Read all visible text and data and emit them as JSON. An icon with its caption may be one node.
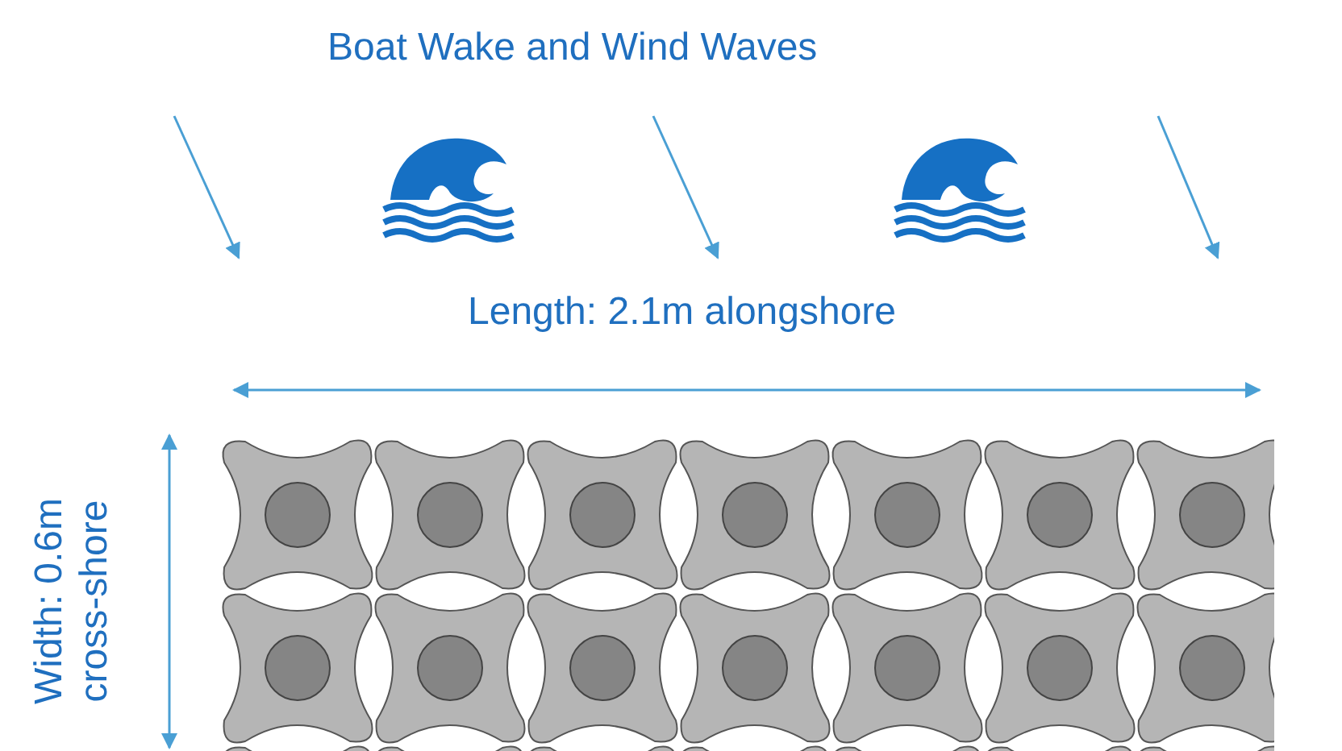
{
  "diagram": {
    "title": "Boat Wake and Wind Waves",
    "labels": [
      "Length: 2.1m alongshore",
      "Width: 0.6m cross-shore"
    ]
  }
}
